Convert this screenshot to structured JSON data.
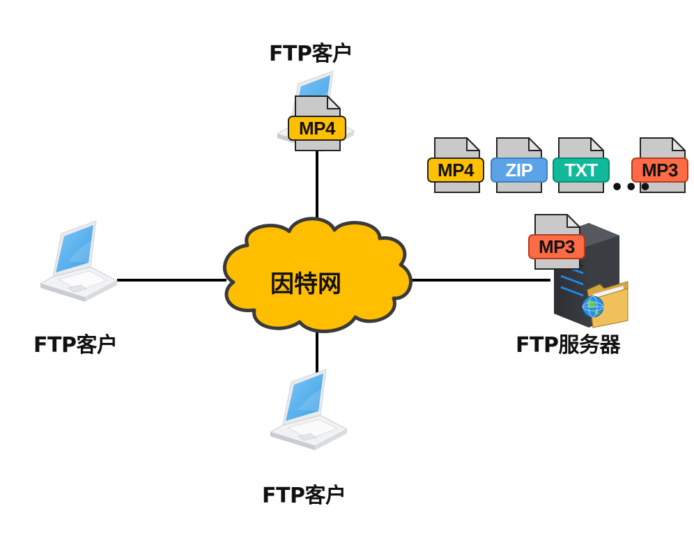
{
  "diagram": {
    "center": {
      "label": "因特网",
      "color": "#FFBE00"
    },
    "clients": [
      {
        "id": "top",
        "label": "FTP客户",
        "carrying_file": "MP4"
      },
      {
        "id": "left",
        "label": "FTP客户"
      },
      {
        "id": "bottom",
        "label": "FTP客户"
      }
    ],
    "server": {
      "label": "FTP服务器",
      "carrying_file": "MP3"
    },
    "file_types": [
      {
        "label": "MP4",
        "color": "#FFC000",
        "text_color": "#111111"
      },
      {
        "label": "ZIP",
        "color": "#5BA3E6",
        "text_color": "#FFFFFF"
      },
      {
        "label": "TXT",
        "color": "#10B99A",
        "text_color": "#FFFFFF"
      },
      {
        "label": "MP3",
        "color": "#FF6B45",
        "text_color": "#111111"
      }
    ],
    "ellipsis": "•••"
  }
}
